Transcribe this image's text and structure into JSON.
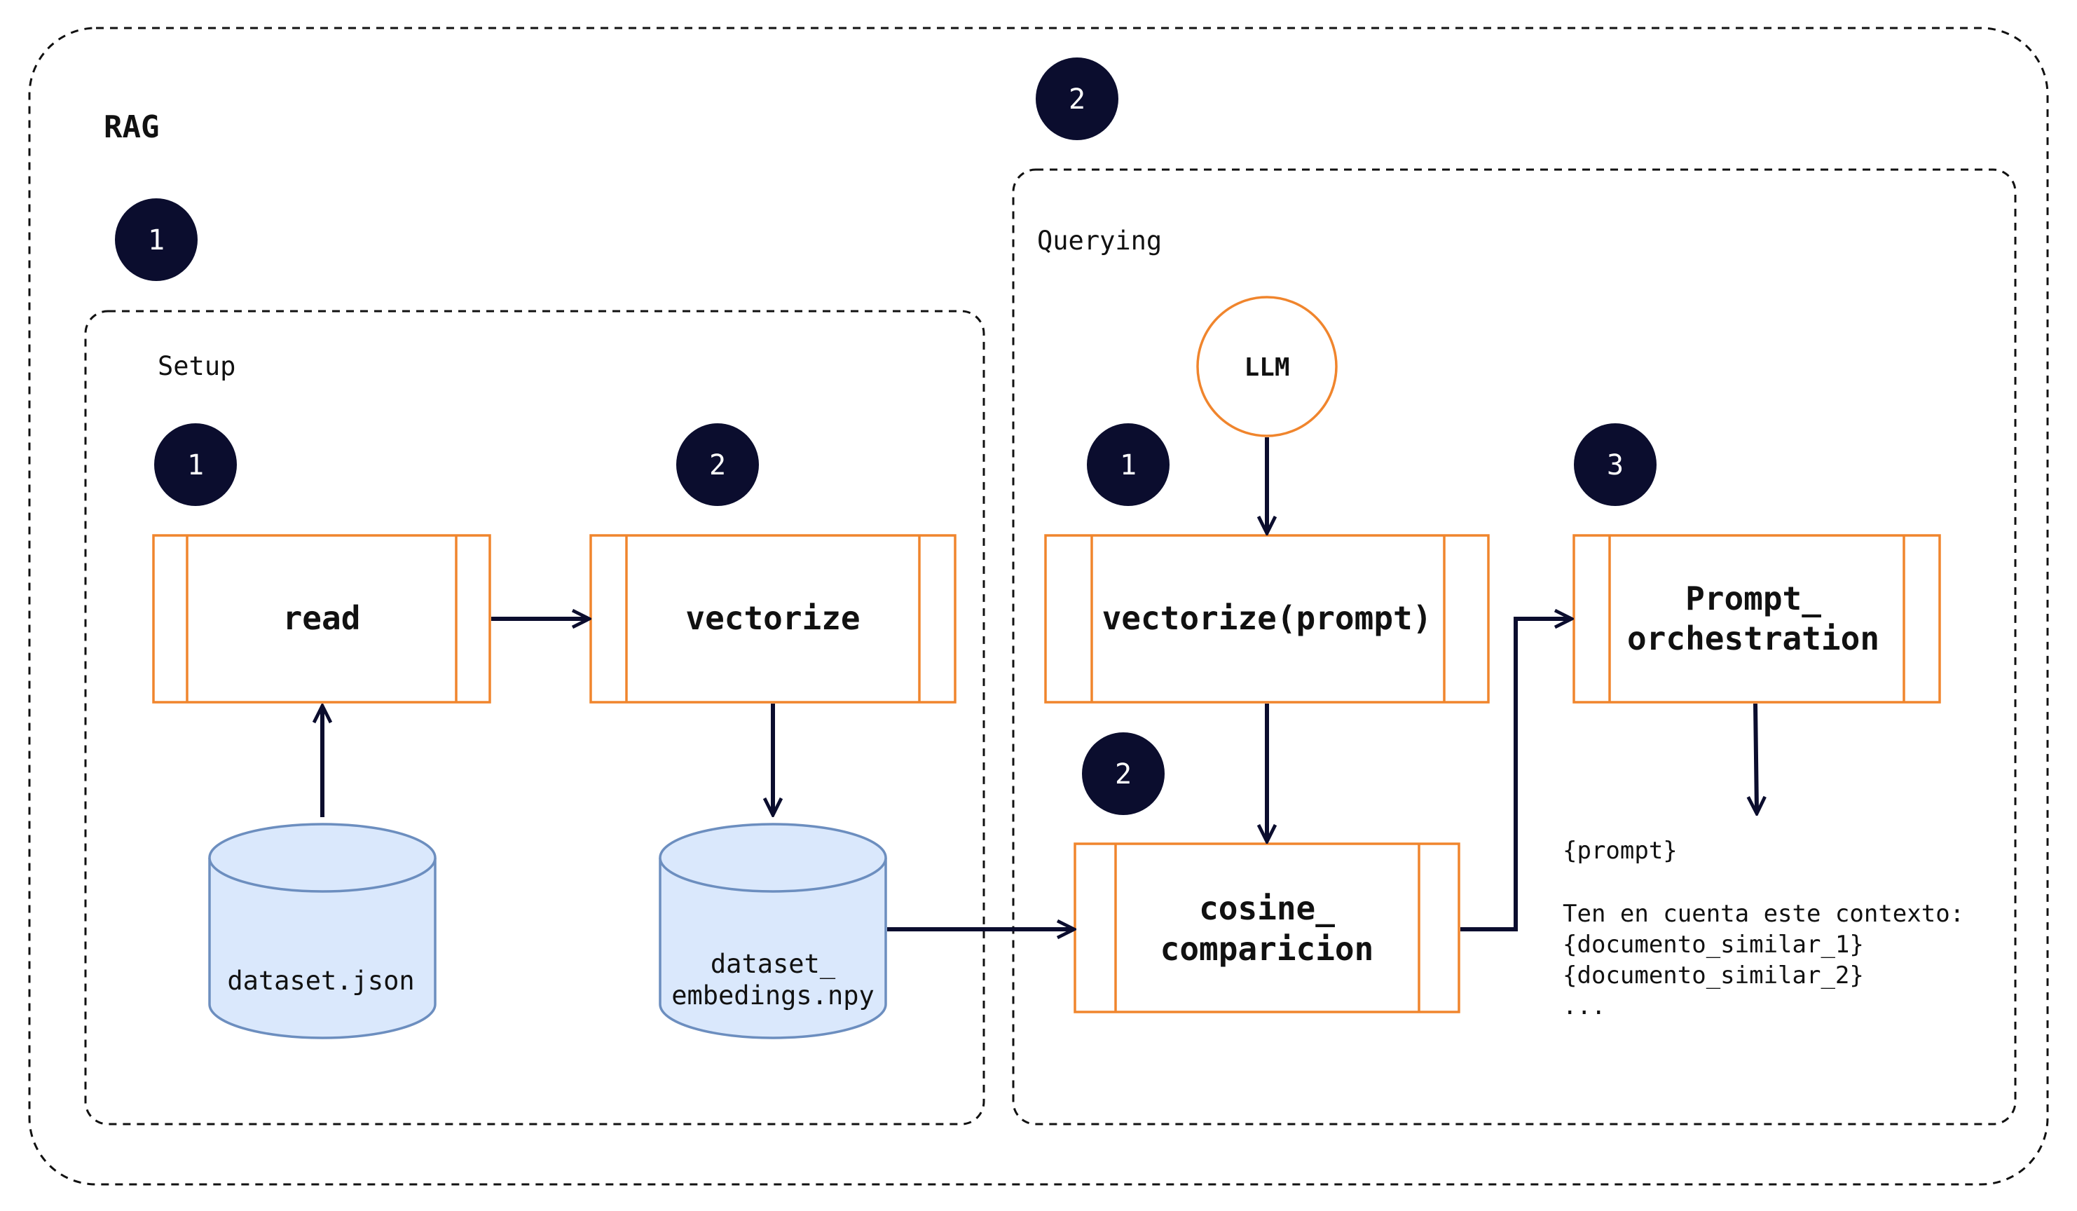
{
  "title": "RAG",
  "colors": {
    "accent_orange": "#F0852D",
    "badge_navy": "#0B0D2E",
    "cylinder_fill": "#DAE8FC",
    "cylinder_stroke": "#6C8EBF",
    "arrow": "#0B0D2E"
  },
  "setup": {
    "badge": "1",
    "label": "Setup",
    "steps": [
      {
        "badge": "1",
        "label": "read"
      },
      {
        "badge": "2",
        "label": "vectorize"
      }
    ],
    "stores": [
      {
        "label": "dataset.json"
      },
      {
        "label_line1": "dataset_",
        "label_line2": "embedings.npy"
      }
    ]
  },
  "querying": {
    "badge": "2",
    "label": "Querying",
    "llm": "LLM",
    "steps": [
      {
        "badge": "1",
        "label": "vectorize(prompt)"
      },
      {
        "badge": "2",
        "label_line1": "cosine_",
        "label_line2": "comparicion"
      },
      {
        "badge": "3",
        "label_line1": "Prompt_",
        "label_line2": "orchestration"
      }
    ],
    "output": {
      "line1": "{prompt}",
      "line2": "Ten en cuenta este contexto:",
      "line3": "{documento_similar_1}",
      "line4": "{documento_similar_2}",
      "line5": "..."
    }
  }
}
